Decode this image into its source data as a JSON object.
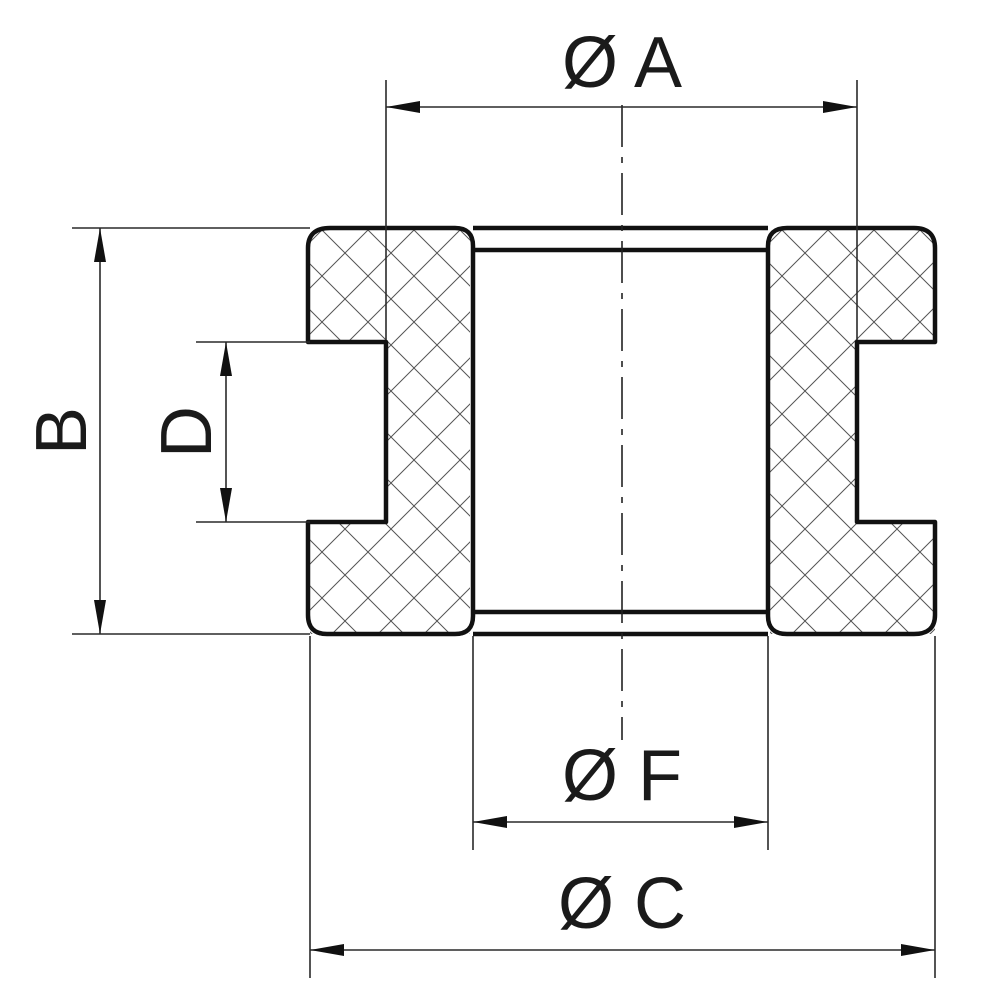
{
  "diagram": {
    "labels": {
      "dim_a": "Ø A",
      "dim_b": "B",
      "dim_c": "Ø C",
      "dim_d": "D",
      "dim_f": "Ø F"
    }
  }
}
